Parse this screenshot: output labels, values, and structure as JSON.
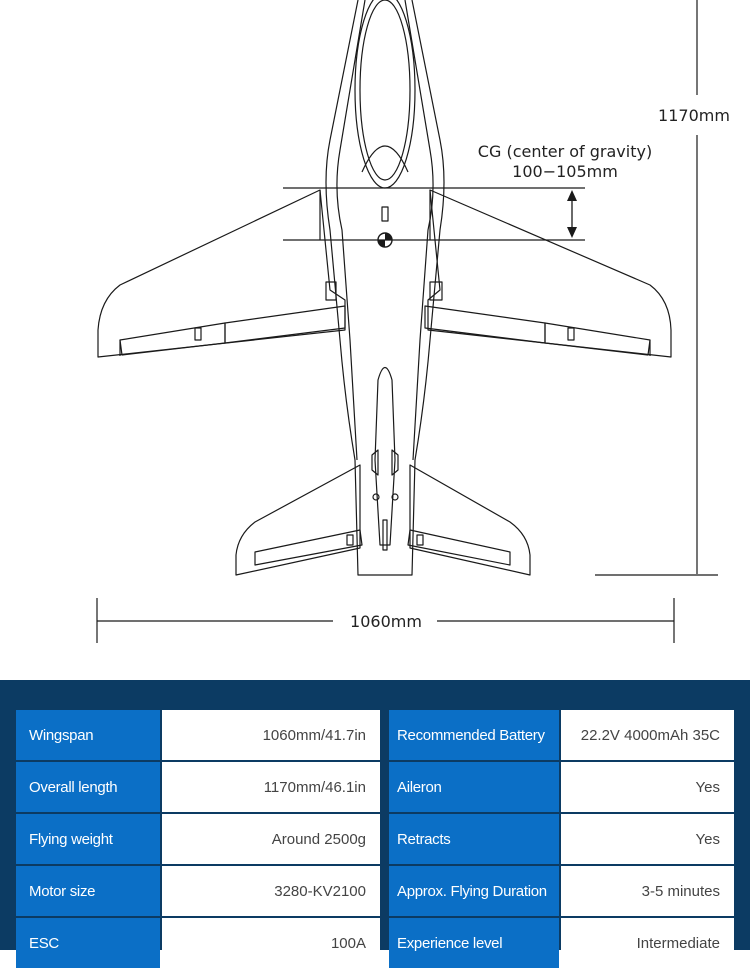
{
  "diagram": {
    "length_label": "1170mm",
    "wingspan_label": "1060mm",
    "cg_line1": "CG (center of gravity)",
    "cg_line2": "100−105mm"
  },
  "specs": {
    "left": [
      {
        "label": "Wingspan",
        "value": "1060mm/41.7in"
      },
      {
        "label": "Overall length",
        "value": "1170mm/46.1in"
      },
      {
        "label": "Flying weight",
        "value": "Around 2500g"
      },
      {
        "label": "Motor size",
        "value": "3280-KV2100"
      },
      {
        "label": "ESC",
        "value": "100A"
      }
    ],
    "right": [
      {
        "label": "Recommended Battery",
        "value": "22.2V 4000mAh 35C"
      },
      {
        "label": "Aileron",
        "value": "Yes"
      },
      {
        "label": "Retracts",
        "value": "Yes"
      },
      {
        "label": "Approx. Flying Duration",
        "value": "3-5 minutes"
      },
      {
        "label": "Experience level",
        "value": "Intermediate"
      }
    ]
  },
  "colors": {
    "panel_background": "#0c3b63",
    "label_background": "#0b6fc6",
    "value_background": "#ffffff"
  }
}
